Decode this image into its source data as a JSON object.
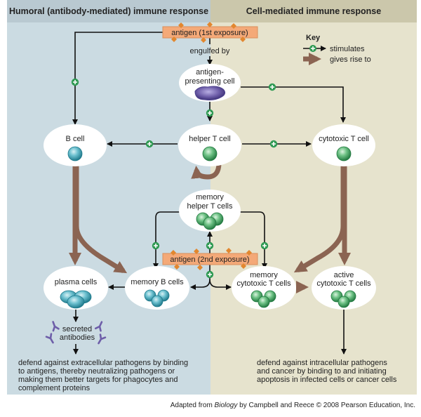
{
  "headers": {
    "humoral": "Humoral (antibody-mediated) immune response",
    "cell_mediated": "Cell-mediated immune response"
  },
  "antigen_first": "antigen (1st exposure)",
  "antigen_second": "antigen (2nd exposure)",
  "engulfed_by": "engulfed by",
  "key": {
    "title": "Key",
    "stimulates": "stimulates",
    "gives_rise_to": "gives rise to"
  },
  "cells": {
    "apc": [
      "antigen-",
      "presenting cell"
    ],
    "b_cell": "B cell",
    "helper_t": "helper T cell",
    "cytotoxic_t": "cytotoxic T cell",
    "memory_helper": [
      "memory",
      "helper T cells"
    ],
    "plasma": "plasma cells",
    "memory_b": "memory B cells",
    "memory_cytotoxic": [
      "memory",
      "cytotoxic T cells"
    ],
    "active_cytotoxic": [
      "active",
      "cytotoxic T cells"
    ],
    "secreted_antibodies": [
      "secreted",
      "antibodies"
    ]
  },
  "outcomes": {
    "humoral": [
      "defend against extracellular pathogens by binding",
      "to antigens, thereby neutralizing pathogens or",
      "making them better targets for phagocytes and",
      "complement proteins"
    ],
    "cell_mediated": [
      "defend against intracellular pathogens",
      "and cancer by binding to and initiating",
      "apoptosis in infected cells or cancer cells"
    ]
  },
  "credit": {
    "prefix": "Adapted from ",
    "title": "Biology",
    "suffix": " by Campbell and Reece © 2008 Pearson Education, Inc."
  },
  "colors": {
    "humoral_bg": "#cbdbe2",
    "cell_bg": "#e6e3cd",
    "antigen_box": "#f4a978",
    "gives_rise_arrow": "#8b6452",
    "stimulates_plus": "#2f9a53",
    "cell_blue": "#3e9fb1",
    "cell_green": "#3ea65e",
    "apc_purple": "#6e5ea9"
  }
}
